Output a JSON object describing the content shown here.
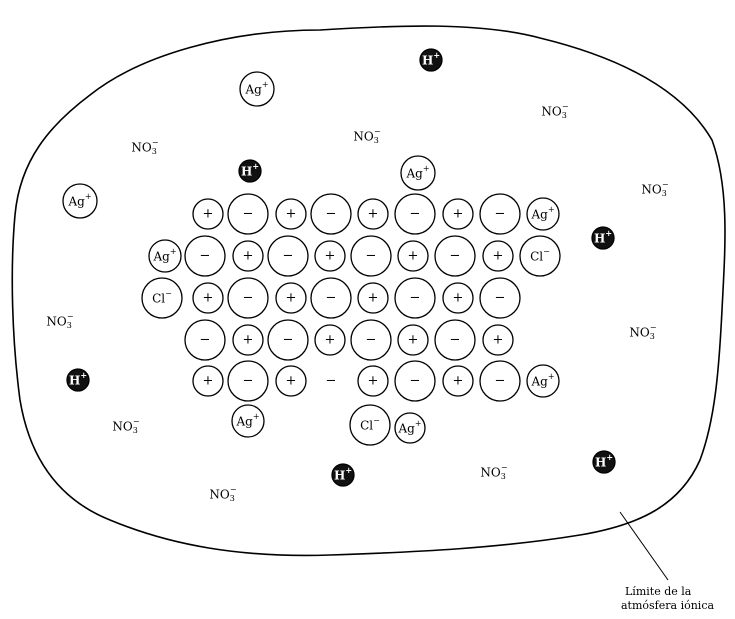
{
  "labels": {
    "ag": "Ag",
    "cl": "Cl",
    "h": "H",
    "no3": "NO",
    "no3_sub": "3",
    "plus": "+",
    "minus": "−"
  },
  "caption": {
    "line1": "Límite de la",
    "line2": "atmósfera iónica"
  },
  "colors": {
    "stroke": "#000000",
    "proton_fill": "#111111",
    "background": "#ffffff"
  },
  "icons": {
    "small_ion": "plus-circle-icon",
    "large_ion": "minus-circle-icon",
    "silver": "silver-ion-icon",
    "chloride": "chloride-ion-icon",
    "proton": "hydrogen-ion-icon",
    "nitrate": "nitrate-ion-label"
  }
}
